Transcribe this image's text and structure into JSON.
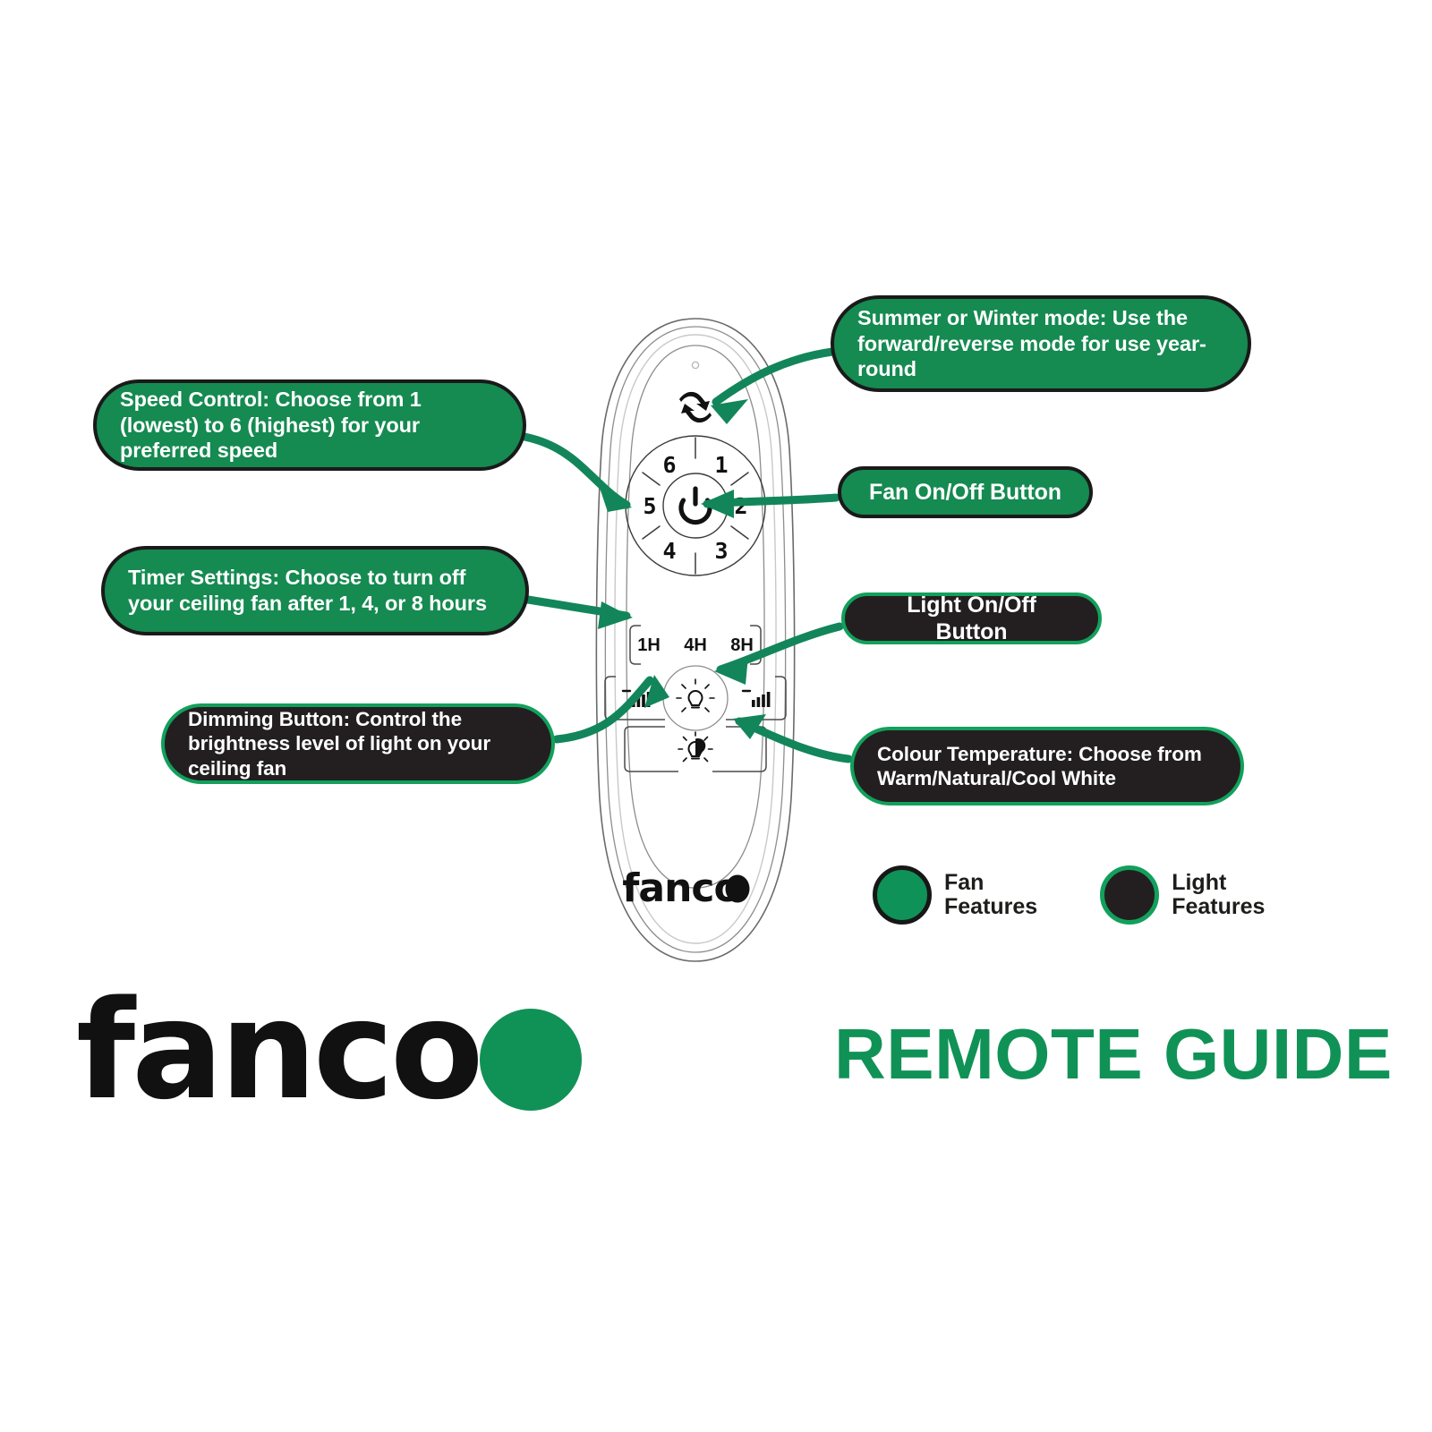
{
  "page": {
    "background": "#ffffff",
    "brand_name": "fanco",
    "guide_title": "REMOTE GUIDE",
    "accent_green": "#158a51",
    "dark": "#231f20"
  },
  "callouts": [
    {
      "id": "speed",
      "style": "green",
      "lines": [
        "Speed Control: Choose from 1 (lowest)",
        "to 6 (highest) for your preferred speed"
      ],
      "text": "Speed Control: Choose from 1 (lowest) to 6 (highest) for your preferred speed",
      "points_to": "speed-dial"
    },
    {
      "id": "timer",
      "style": "green",
      "lines": [
        "Timer Settings: Choose to turn off your",
        "ceiling fan after 1, 4, or 8 hours"
      ],
      "text": "Timer Settings: Choose to turn off your ceiling fan after 1, 4, or 8 hours",
      "points_to": "timer-1h"
    },
    {
      "id": "dimming",
      "style": "black",
      "lines": [
        "Dimming Button: Control the brightness",
        "level of light on your ceiling fan"
      ],
      "text": "Dimming Button: Control the brightness level of light on your ceiling fan",
      "points_to": "dim-down"
    },
    {
      "id": "summer_winter",
      "style": "green",
      "lines": [
        "Summer or Winter mode: Use the",
        "forward/reverse mode for use year-round"
      ],
      "text": "Summer or Winter mode: Use the forward/reverse mode for use year-round",
      "points_to": "reverse-button"
    },
    {
      "id": "fan_on_off",
      "style": "green",
      "lines": [
        "Fan On/Off Button"
      ],
      "text": "Fan On/Off Button",
      "points_to": "power-button"
    },
    {
      "id": "light_on_off",
      "style": "black",
      "lines": [
        "Light On/Off  Button"
      ],
      "text": "Light On/Off  Button",
      "points_to": "light-button"
    },
    {
      "id": "colour_temperature",
      "style": "black",
      "lines": [
        "Colour Temperature: Choose from",
        "Warm/Natural/Cool White"
      ],
      "text": "Colour Temperature: Choose from Warm/Natural/Cool White",
      "points_to": "colour-temp-button"
    }
  ],
  "remote": {
    "brand_label": "fanco",
    "speed_dial": {
      "labels": [
        "1",
        "2",
        "3",
        "4",
        "5",
        "6"
      ],
      "center_icon": "power-icon"
    },
    "reverse_icon": "forward-reverse-icon",
    "timer": {
      "options": [
        "1H",
        "4H",
        "8H"
      ]
    },
    "light_button_icon": "light-bulb-on-icon",
    "dim_down_icon": "dim-down-bars-icon",
    "dim_up_icon": "dim-up-bars-icon",
    "colour_temp_icon": "colour-temperature-bulb-icon",
    "led_indicator": "led-indicator"
  },
  "legend": {
    "items": [
      {
        "label": "Fan\nFeatures",
        "swatch_fill": "#0f9257",
        "swatch_border": "#171717"
      },
      {
        "label": "Light\nFeatures",
        "swatch_fill": "#231f20",
        "swatch_border": "#12a05c"
      }
    ]
  }
}
